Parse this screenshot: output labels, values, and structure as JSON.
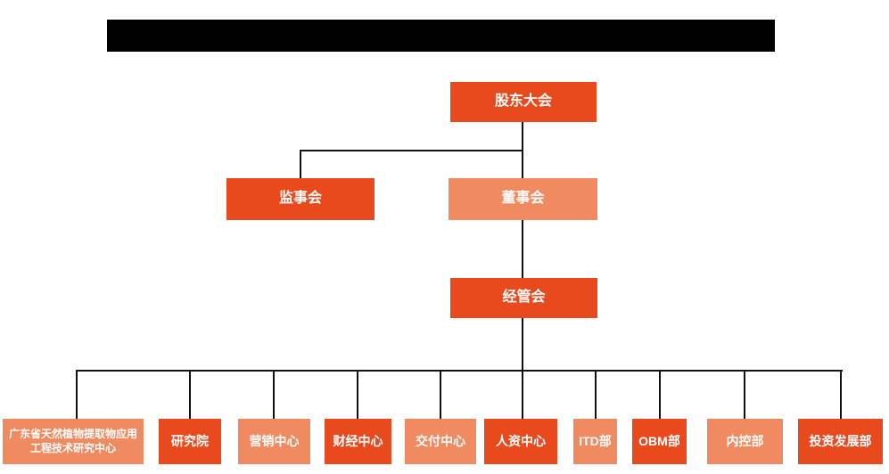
{
  "colors": {
    "page_bg": "#ffffff",
    "box_primary": "#E8491D",
    "box_secondary": "#F08A60",
    "line": "#111111",
    "text": "#ffffff",
    "redaction": "#000000"
  },
  "org_chart": {
    "nodes": {
      "shareholders": {
        "label": "股东大会",
        "variant": "primary"
      },
      "supervisory": {
        "label": "监事会",
        "variant": "primary"
      },
      "board": {
        "label": "董事会",
        "variant": "secondary"
      },
      "management": {
        "label": "经管会",
        "variant": "primary"
      }
    },
    "departments": [
      {
        "label": "广东省天然植物提取物应用工程技术研究中心",
        "variant": "secondary"
      },
      {
        "label": "研究院",
        "variant": "primary"
      },
      {
        "label": "营销中心",
        "variant": "secondary"
      },
      {
        "label": "财经中心",
        "variant": "primary"
      },
      {
        "label": "交付中心",
        "variant": "secondary"
      },
      {
        "label": "人资中心",
        "variant": "primary"
      },
      {
        "label": "ITD部",
        "variant": "secondary"
      },
      {
        "label": "OBM部",
        "variant": "primary"
      },
      {
        "label": "内控部",
        "variant": "secondary"
      },
      {
        "label": "投资发展部",
        "variant": "primary"
      }
    ]
  }
}
